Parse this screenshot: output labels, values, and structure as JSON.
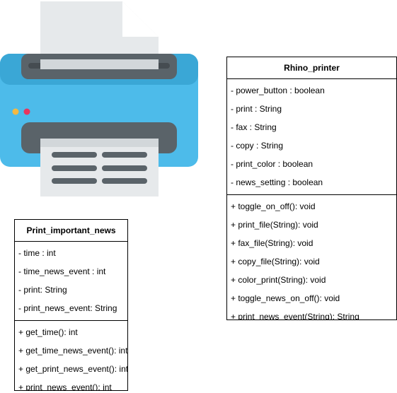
{
  "classes": {
    "rhino_printer": {
      "name": "Rhino_printer",
      "attributes": [
        "- power_button : boolean",
        "- print : String",
        "- fax : String",
        "- copy : String",
        "- print_color : boolean",
        "- news_setting : boolean"
      ],
      "methods": [
        "+ toggle_on_off(): void",
        "+  print_file(String): void",
        "+  fax_file(String): void",
        "+  copy_file(String): void",
        "+  color_print(String): void",
        "+  toggle_news_on_off(): void",
        "+  print_news_event(String): String"
      ]
    },
    "print_important_news": {
      "name": "Print_important_news",
      "attributes": [
        "- time : int",
        "- time_news_event : int",
        "- print: String",
        "- print_news_event: String"
      ],
      "methods": [
        " + get_time(): int",
        " + get_time_news_event(): int",
        " + get_print_news_event(): int",
        " + print_news_event(): int"
      ]
    }
  },
  "illustration": {
    "icon": "printer-icon",
    "colors": {
      "body": "#4dbbea",
      "body_dark": "#3aa7d6",
      "slot": "#5a6369",
      "paper": "#e6e9eb",
      "paper_fold": "#ffffff",
      "led_yellow": "#f4b942",
      "led_red": "#e8365d"
    }
  }
}
